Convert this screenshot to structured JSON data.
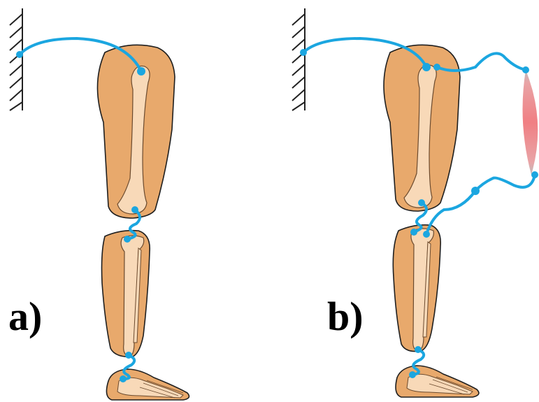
{
  "figure": {
    "panels": [
      {
        "id": "a",
        "label": "a)"
      },
      {
        "id": "b",
        "label": "b)"
      }
    ],
    "colors": {
      "skin": "#E8A96C",
      "skin_outline": "#1f1f1f",
      "bone": "#F8D9B8",
      "bone_outline": "#6b4a2e",
      "tendon": "#1BA6E0",
      "muscle": "#F07F83",
      "muscle_end": "#BDBDBD",
      "wall": "#222222"
    }
  }
}
